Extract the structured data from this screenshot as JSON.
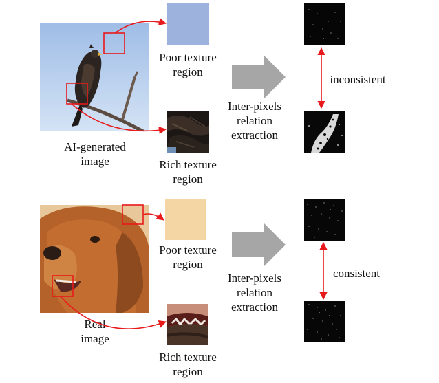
{
  "colors": {
    "highlight": "#e8191b",
    "process_arrow": "#a6a6a6",
    "sky": "#a8c2e6",
    "poor_sky_patch": "#9db2dc",
    "fur": "#b5622a",
    "poor_fur_patch": "#f3d6a3"
  },
  "top_row": {
    "source_label": [
      "AI-generated",
      "image"
    ],
    "poor_label": [
      "Poor texture",
      "region"
    ],
    "rich_label": [
      "Rich texture",
      "region"
    ],
    "process_label": [
      "Inter-pixels",
      "relation",
      "extraction"
    ],
    "relation_label": "inconsistent"
  },
  "bottom_row": {
    "source_label": [
      "Real",
      "image"
    ],
    "poor_label": [
      "Poor texture",
      "region"
    ],
    "rich_label": [
      "Rich texture",
      "region"
    ],
    "process_label": [
      "Inter-pixels",
      "relation",
      "extraction"
    ],
    "relation_label": "consistent"
  }
}
